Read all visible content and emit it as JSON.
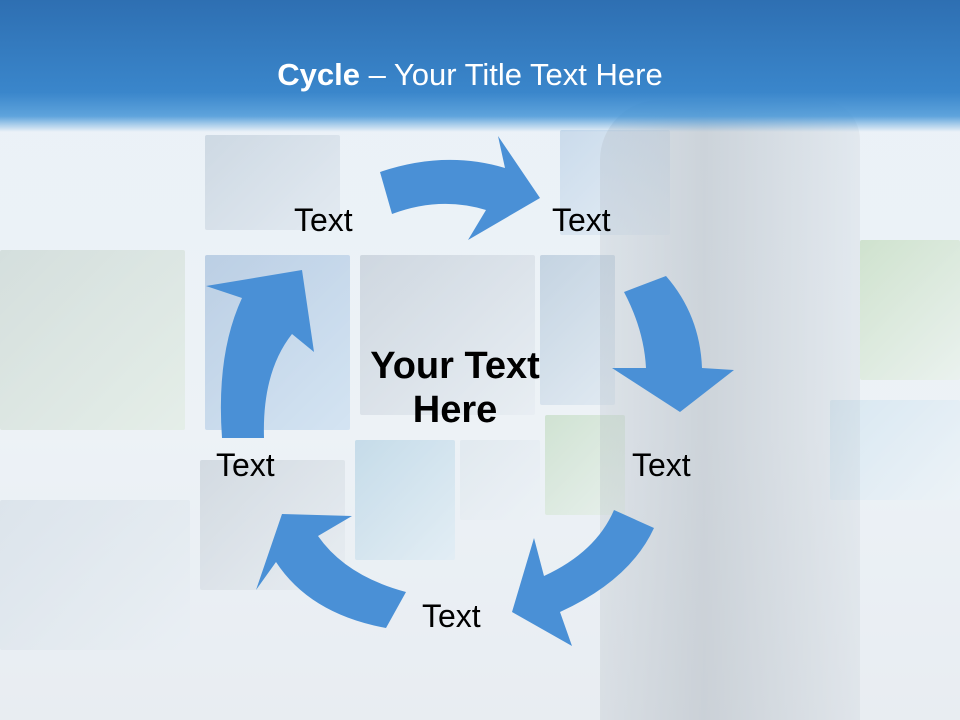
{
  "slide": {
    "title_bold": "Cycle",
    "title_rest": " – Your Title Text Here",
    "center_text": "Your Text Here",
    "step_labels": [
      "Text",
      "Text",
      "Text",
      "Text",
      "Text"
    ]
  },
  "colors": {
    "title_bar": "#3a86cb",
    "arrow": "#4a90d6",
    "title_text": "#ffffff",
    "label_text": "#000000"
  },
  "icons": {
    "background": "business-collage-photo"
  }
}
